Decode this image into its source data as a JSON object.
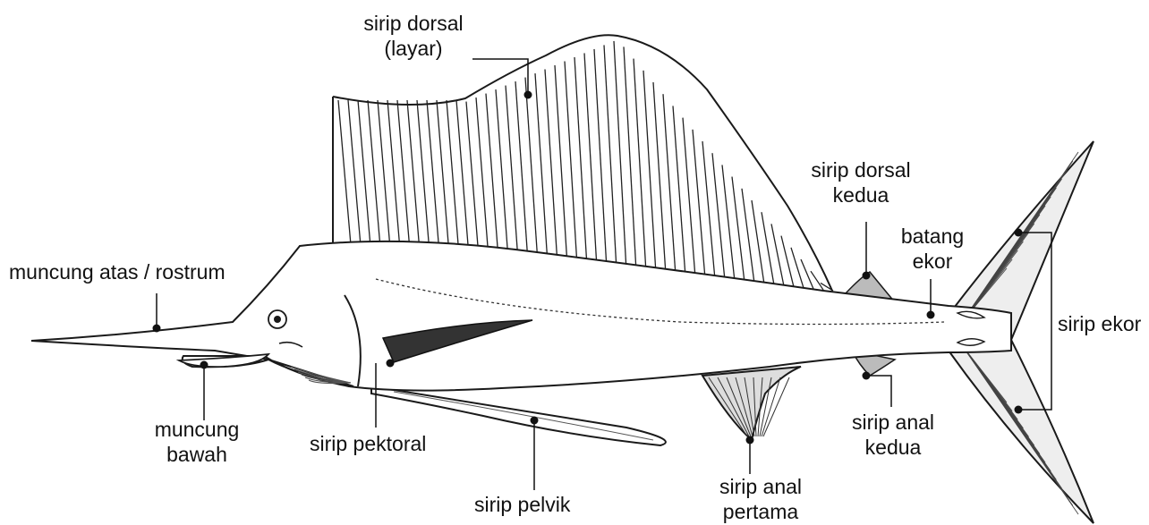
{
  "labels": {
    "sirip_dorsal_layar": [
      "sirip dorsal",
      "(layar)"
    ],
    "muncung_atas": "muncung atas / rostrum",
    "sirip_dorsal_kedua": [
      "sirip dorsal",
      "kedua"
    ],
    "batang_ekor": [
      "batang",
      "ekor"
    ],
    "sirip_ekor": "sirip ekor",
    "muncung_bawah": [
      "muncung",
      "bawah"
    ],
    "sirip_pektoral": "sirip pektoral",
    "sirip_pelvik": "sirip pelvik",
    "sirip_anal_pertama": [
      "sirip anal",
      "pertama"
    ],
    "sirip_anal_kedua": [
      "sirip anal",
      "kedua"
    ]
  },
  "colors": {
    "line": "#1a1a1a",
    "fill": "#ffffff",
    "shade": "#333333"
  }
}
